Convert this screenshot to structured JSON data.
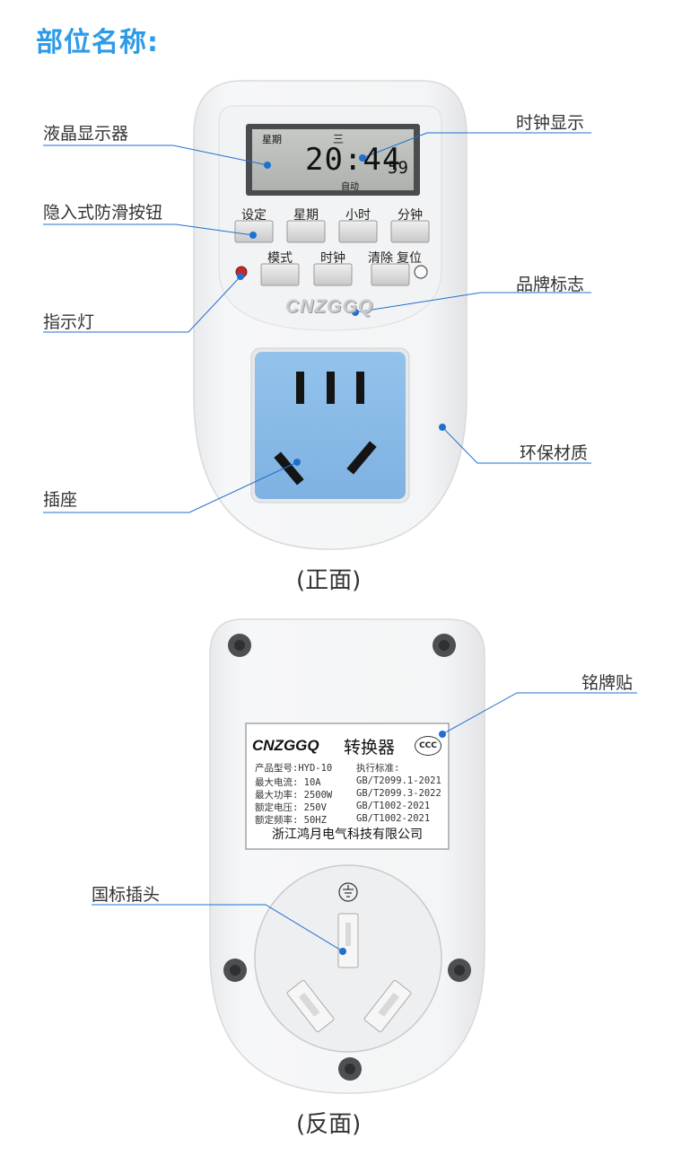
{
  "title": "部位名称:",
  "front": {
    "caption": "(正面)",
    "lcd": {
      "weekday_label": "星期",
      "weekday_value": "三",
      "time_main": "20:44",
      "time_sec": "59",
      "mode": "自动"
    },
    "buttons_row1": [
      "设定",
      "星期",
      "小时",
      "分钟"
    ],
    "buttons_row2": [
      "模式",
      "时钟",
      "清除"
    ],
    "reset_label": "复位",
    "brand": "CNZGGQ",
    "callouts": {
      "lcd": "液晶显示器",
      "clock": "时钟显示",
      "hidden_button": "隐入式防滑按钮",
      "brand_logo": "品牌标志",
      "indicator": "指示灯",
      "material": "环保材质",
      "socket": "插座"
    }
  },
  "back": {
    "caption": "(反面)",
    "callouts": {
      "nameplate": "铭牌贴",
      "plug": "国标插头"
    },
    "plate": {
      "brand": "CNZGGQ",
      "product": "转换器",
      "cert": "CCC",
      "model": "产品型号:HYD-10",
      "standard_label": "执行标准:",
      "current": "最大电流: 10A",
      "power": "最大功率: 2500W",
      "voltage": "额定电压: 250V",
      "frequency": "额定频率: 50HZ",
      "std1": "GB/T2099.1-2021",
      "std2": "GB/T2099.3-2022",
      "std3": "GB/T1002-2021",
      "std4": "GB/T1002-2021",
      "company": "浙江鸿月电气科技有限公司"
    }
  },
  "colors": {
    "accent": "#2c9be8",
    "socket_blue": "#8cbde8",
    "line_blue": "#1f6fd1",
    "lcd_bg": "#b9bdb8"
  }
}
